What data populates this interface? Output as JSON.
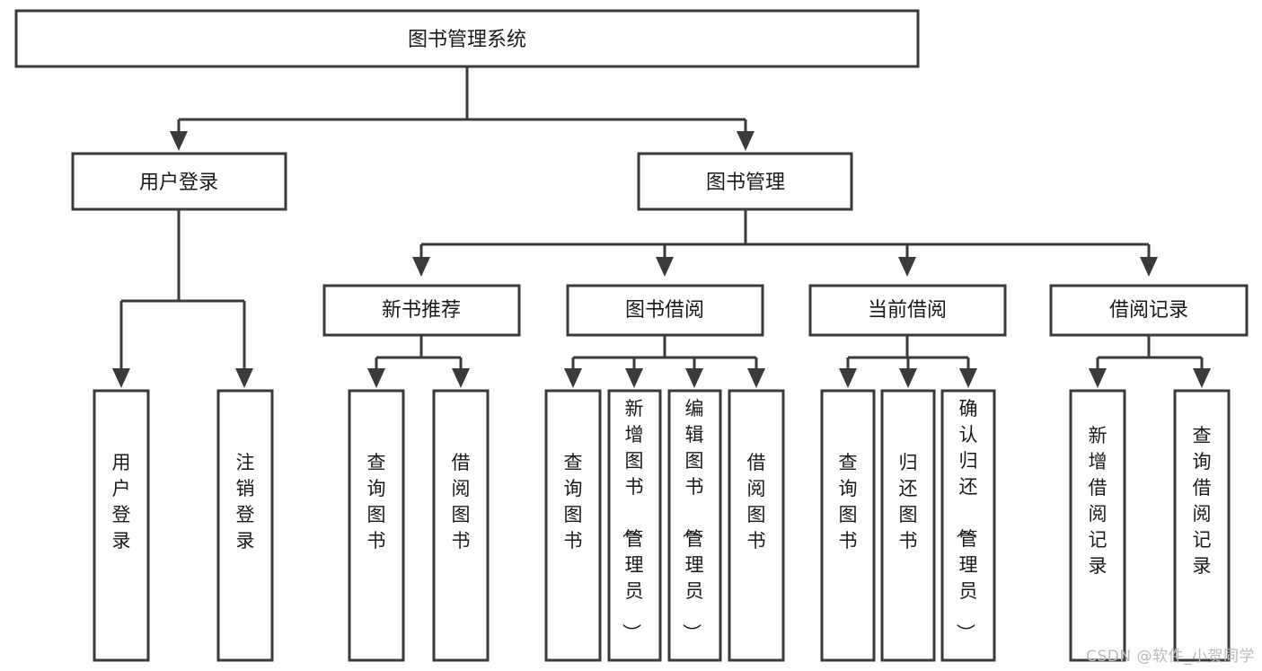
{
  "diagram": {
    "type": "hierarchy-tree",
    "title": "图书管理系统",
    "watermark": "CSDN @软件_小贺同学",
    "colors": {
      "box_stroke": "#3a3a3a",
      "box_fill": "#ffffff",
      "text": "#1a1a1a",
      "background": "#ffffff",
      "watermark": "#b9b9b9"
    },
    "levels": {
      "root": "图书管理系统",
      "level2": [
        "用户登录",
        "图书管理"
      ],
      "level3": [
        "新书推荐",
        "图书借阅",
        "当前借阅",
        "借阅记录"
      ],
      "leaves": [
        "用户登录",
        "注销登录",
        "查询图书",
        "借阅图书",
        "查询图书",
        "新增图书（管理员）",
        "编辑图书（管理员）",
        "借阅图书",
        "查询图书",
        "归还图书",
        "确认归还（管理员）",
        "新增借阅记录",
        "查询借阅记录"
      ]
    },
    "nodes": {
      "root": {
        "label": "图书管理系统"
      },
      "user_login": {
        "label": "用户登录"
      },
      "book_manage": {
        "label": "图书管理"
      },
      "new_book_rec": {
        "label": "新书推荐"
      },
      "book_borrow": {
        "label": "图书借阅"
      },
      "current_borrow": {
        "label": "当前借阅"
      },
      "borrow_record": {
        "label": "借阅记录"
      },
      "leaf_user_login": {
        "label": "用户登录"
      },
      "leaf_logout": {
        "label": "注销登录"
      },
      "leaf_query_book_1": {
        "label": "查询图书"
      },
      "leaf_borrow_book_1": {
        "label": "借阅图书"
      },
      "leaf_query_book_2": {
        "label": "查询图书"
      },
      "leaf_add_book": {
        "label": "新增图书（管理员）"
      },
      "leaf_edit_book": {
        "label": "编辑图书（管理员）"
      },
      "leaf_borrow_book_2": {
        "label": "借阅图书"
      },
      "leaf_query_book_3": {
        "label": "查询图书"
      },
      "leaf_return_book": {
        "label": "归还图书"
      },
      "leaf_confirm_return": {
        "label": "确认归还（管理员）"
      },
      "leaf_add_record": {
        "label": "新增借阅记录"
      },
      "leaf_query_record": {
        "label": "查询借阅记录"
      }
    }
  }
}
